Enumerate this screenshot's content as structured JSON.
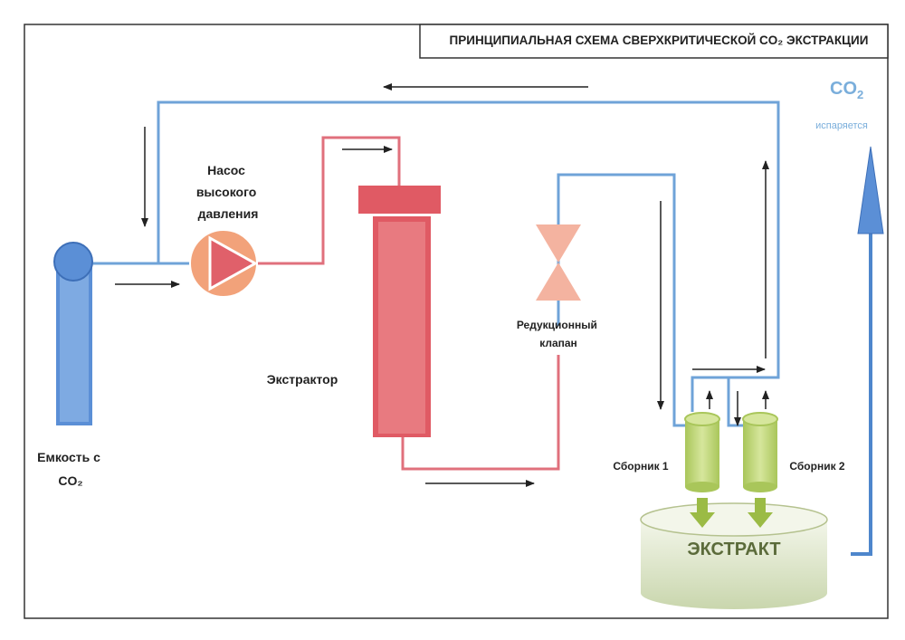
{
  "title": "ПРИНЦИПИАЛЬНАЯ СХЕМА СВЕРХКРИТИЧЕСКОЙ CO₂ ЭКСТРАКЦИИ",
  "co2_label": "CO",
  "co2_subscript": "2",
  "evaporates_label": "испаряется",
  "pump_label": [
    "Насос",
    "высокого",
    "давления"
  ],
  "tank_label": [
    "Емкость с",
    "CO₂"
  ],
  "extractor_label": "Экстрактор",
  "valve_label": [
    "Редукционный",
    "клапан"
  ],
  "collector1_label": "Сборник 1",
  "collector2_label": "Сборник 2",
  "extract_label": "ЭКСТРАКТ",
  "colors": {
    "cold_line": "#6fa3d8",
    "hot_line": "#e0707c",
    "tank": "#5b8fd6",
    "pump": "#f2a27a",
    "extractor": "#e05a64",
    "valve": "#f4b3a0",
    "collector": "#b9d36a",
    "extract_vessel": "#d5dfc0",
    "frame": "#333333"
  }
}
